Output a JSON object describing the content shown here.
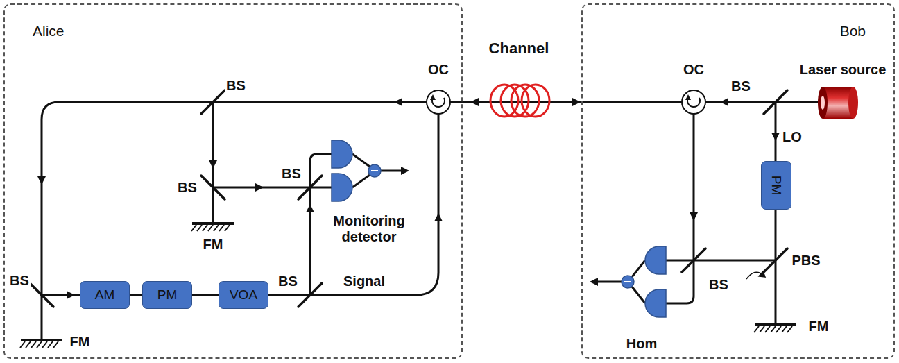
{
  "diagram": {
    "nodes": [
      {
        "text": [
          "Alice"
        ]
      },
      {
        "text": [
          "Bob"
        ]
      },
      {
        "text": [
          "AM"
        ],
        "in": 0
      },
      {
        "text": [
          "PM"
        ],
        "in": 0
      },
      {
        "text": [
          "VOA"
        ],
        "in": 0
      },
      {
        "text": [
          "PM"
        ],
        "in": 1
      }
    ],
    "edges": [
      {
        "from": 2,
        "to": 3,
        "arrow": "none"
      },
      {
        "from": 3,
        "to": 4,
        "arrow": "none"
      }
    ],
    "labels": [
      "BS",
      "OC",
      "Channel",
      "OC",
      "BS",
      "Laser source",
      "LO",
      "BS",
      "FM",
      "BS",
      "Monitoring detector",
      "PBS",
      "BS",
      "BS",
      "Signal",
      "BS",
      "Hom",
      "FM",
      "FM"
    ]
  }
}
